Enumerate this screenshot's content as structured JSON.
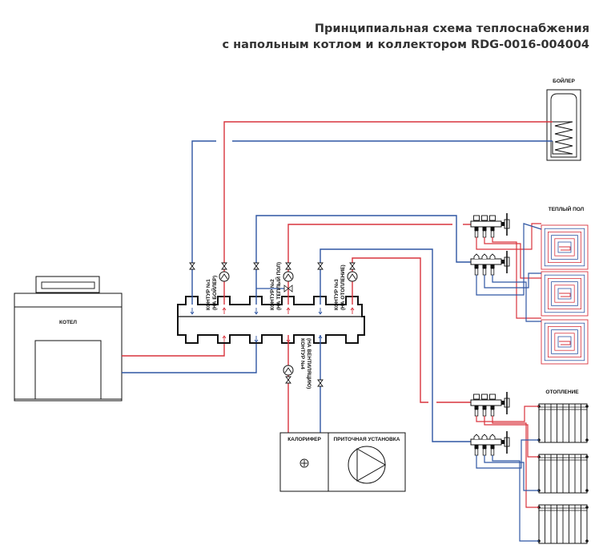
{
  "title": {
    "line1": "Принципиальная схема теплоснабжения",
    "line2": "с напольным котлом и коллектором RDG-0016-004004"
  },
  "colors": {
    "supply": "#d9343d",
    "return": "#2f56a3",
    "outline": "#111111",
    "text": "#333333"
  },
  "labels": {
    "boiler_tank": "БОЙЛЕР",
    "boiler": "КОТЕЛ",
    "floor_heating": "ТЕПЛЫЙ ПОЛ",
    "heating": "ОТОПЛЕНИЕ",
    "heater": "КАЛОРИФЕР",
    "air_handler": "ПРИТОЧНАЯ УСТАНОВКА"
  },
  "circuits": [
    {
      "line1": "КОНТУР №1",
      "line2": "(НА БОЙЛЕР)"
    },
    {
      "line1": "КОНТУР №2",
      "line2": "(НА ТЕПЛЫЙ ПОЛ)"
    },
    {
      "line1": "КОНТУР №3",
      "line2": "(НА ОТОПЛЕНИЕ)"
    },
    {
      "line1": "КОНТУР №4",
      "line2": "(НА ВЕНТИЛЯЦИЮ)"
    }
  ],
  "icons": {
    "pump": "pump-icon",
    "valve": "ball-valve-icon",
    "mixing_valve": "three-way-valve-icon",
    "heater_symbol": "plus-circle-icon",
    "fan_symbol": "fan-triangle-icon",
    "coil": "zigzag-coil-icon",
    "radiator": "radiator-icon",
    "floor_loop": "spiral-loop-icon",
    "manifold": "manifold-icon"
  },
  "floor_loops_count": 3,
  "radiators_count": 3,
  "radiator_sections": 8
}
